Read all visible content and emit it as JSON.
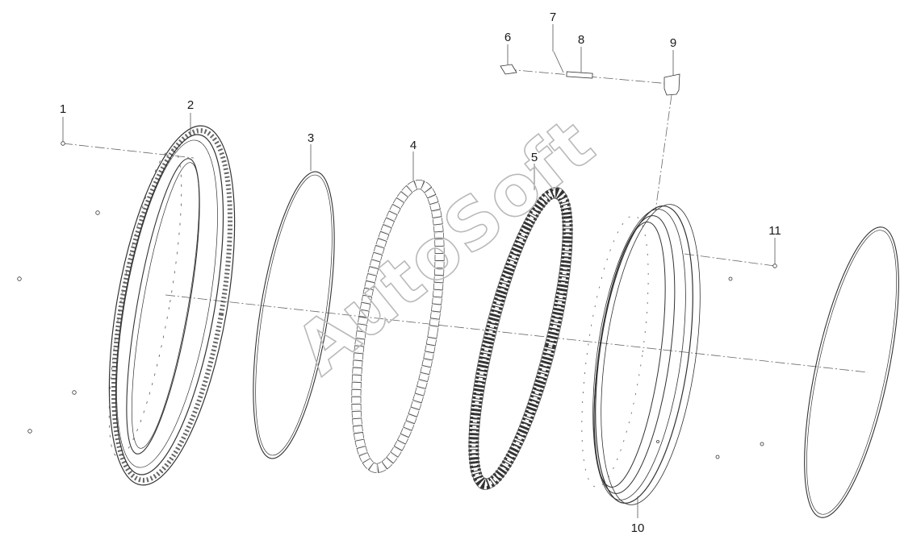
{
  "diagram": {
    "callouts": [
      {
        "id": "1",
        "text": "1"
      },
      {
        "id": "2",
        "text": "2"
      },
      {
        "id": "3",
        "text": "3"
      },
      {
        "id": "4",
        "text": "4"
      },
      {
        "id": "5",
        "text": "5"
      },
      {
        "id": "6",
        "text": "6"
      },
      {
        "id": "7",
        "text": "7"
      },
      {
        "id": "8",
        "text": "8"
      },
      {
        "id": "9",
        "text": "9"
      },
      {
        "id": "10",
        "text": "10"
      },
      {
        "id": "11",
        "text": "11"
      }
    ],
    "watermark": "AutoSoft"
  }
}
